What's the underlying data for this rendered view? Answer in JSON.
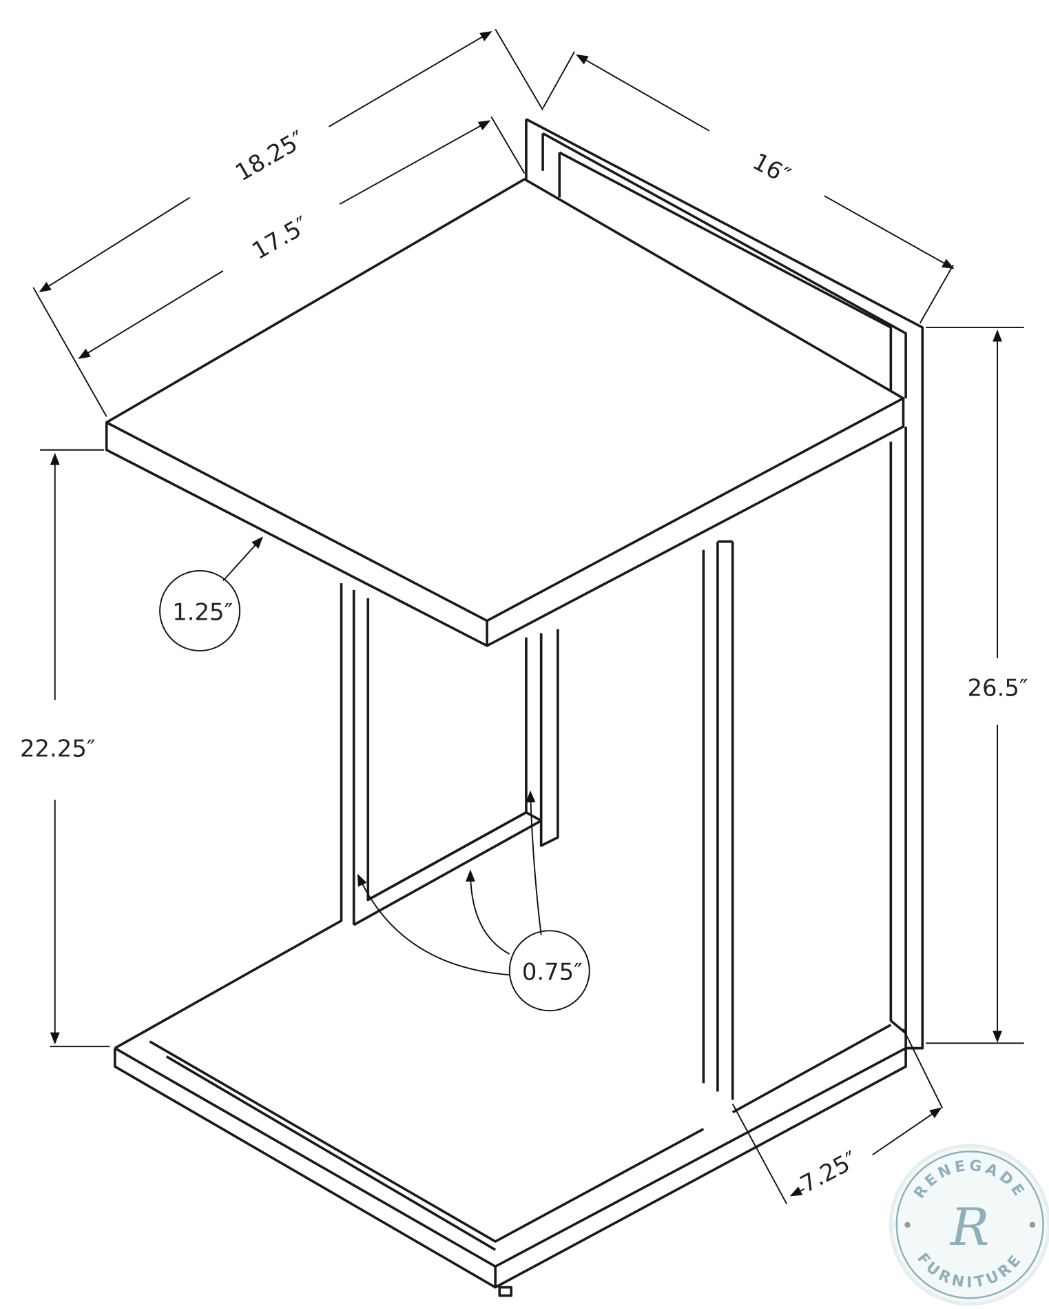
{
  "dimensions": {
    "overall_width": "18.25″",
    "top_width": "17.5″",
    "depth": "16″",
    "overall_height": "26.5″",
    "top_height": "22.25″",
    "top_thickness": "1.25″",
    "tube_size": "0.75″",
    "base_clearance": "7.25″"
  },
  "watermark": {
    "top_text": "RENEGADE",
    "bottom_text": "FURNITURE",
    "monogram": "R",
    "color": "#8fb0b8"
  }
}
